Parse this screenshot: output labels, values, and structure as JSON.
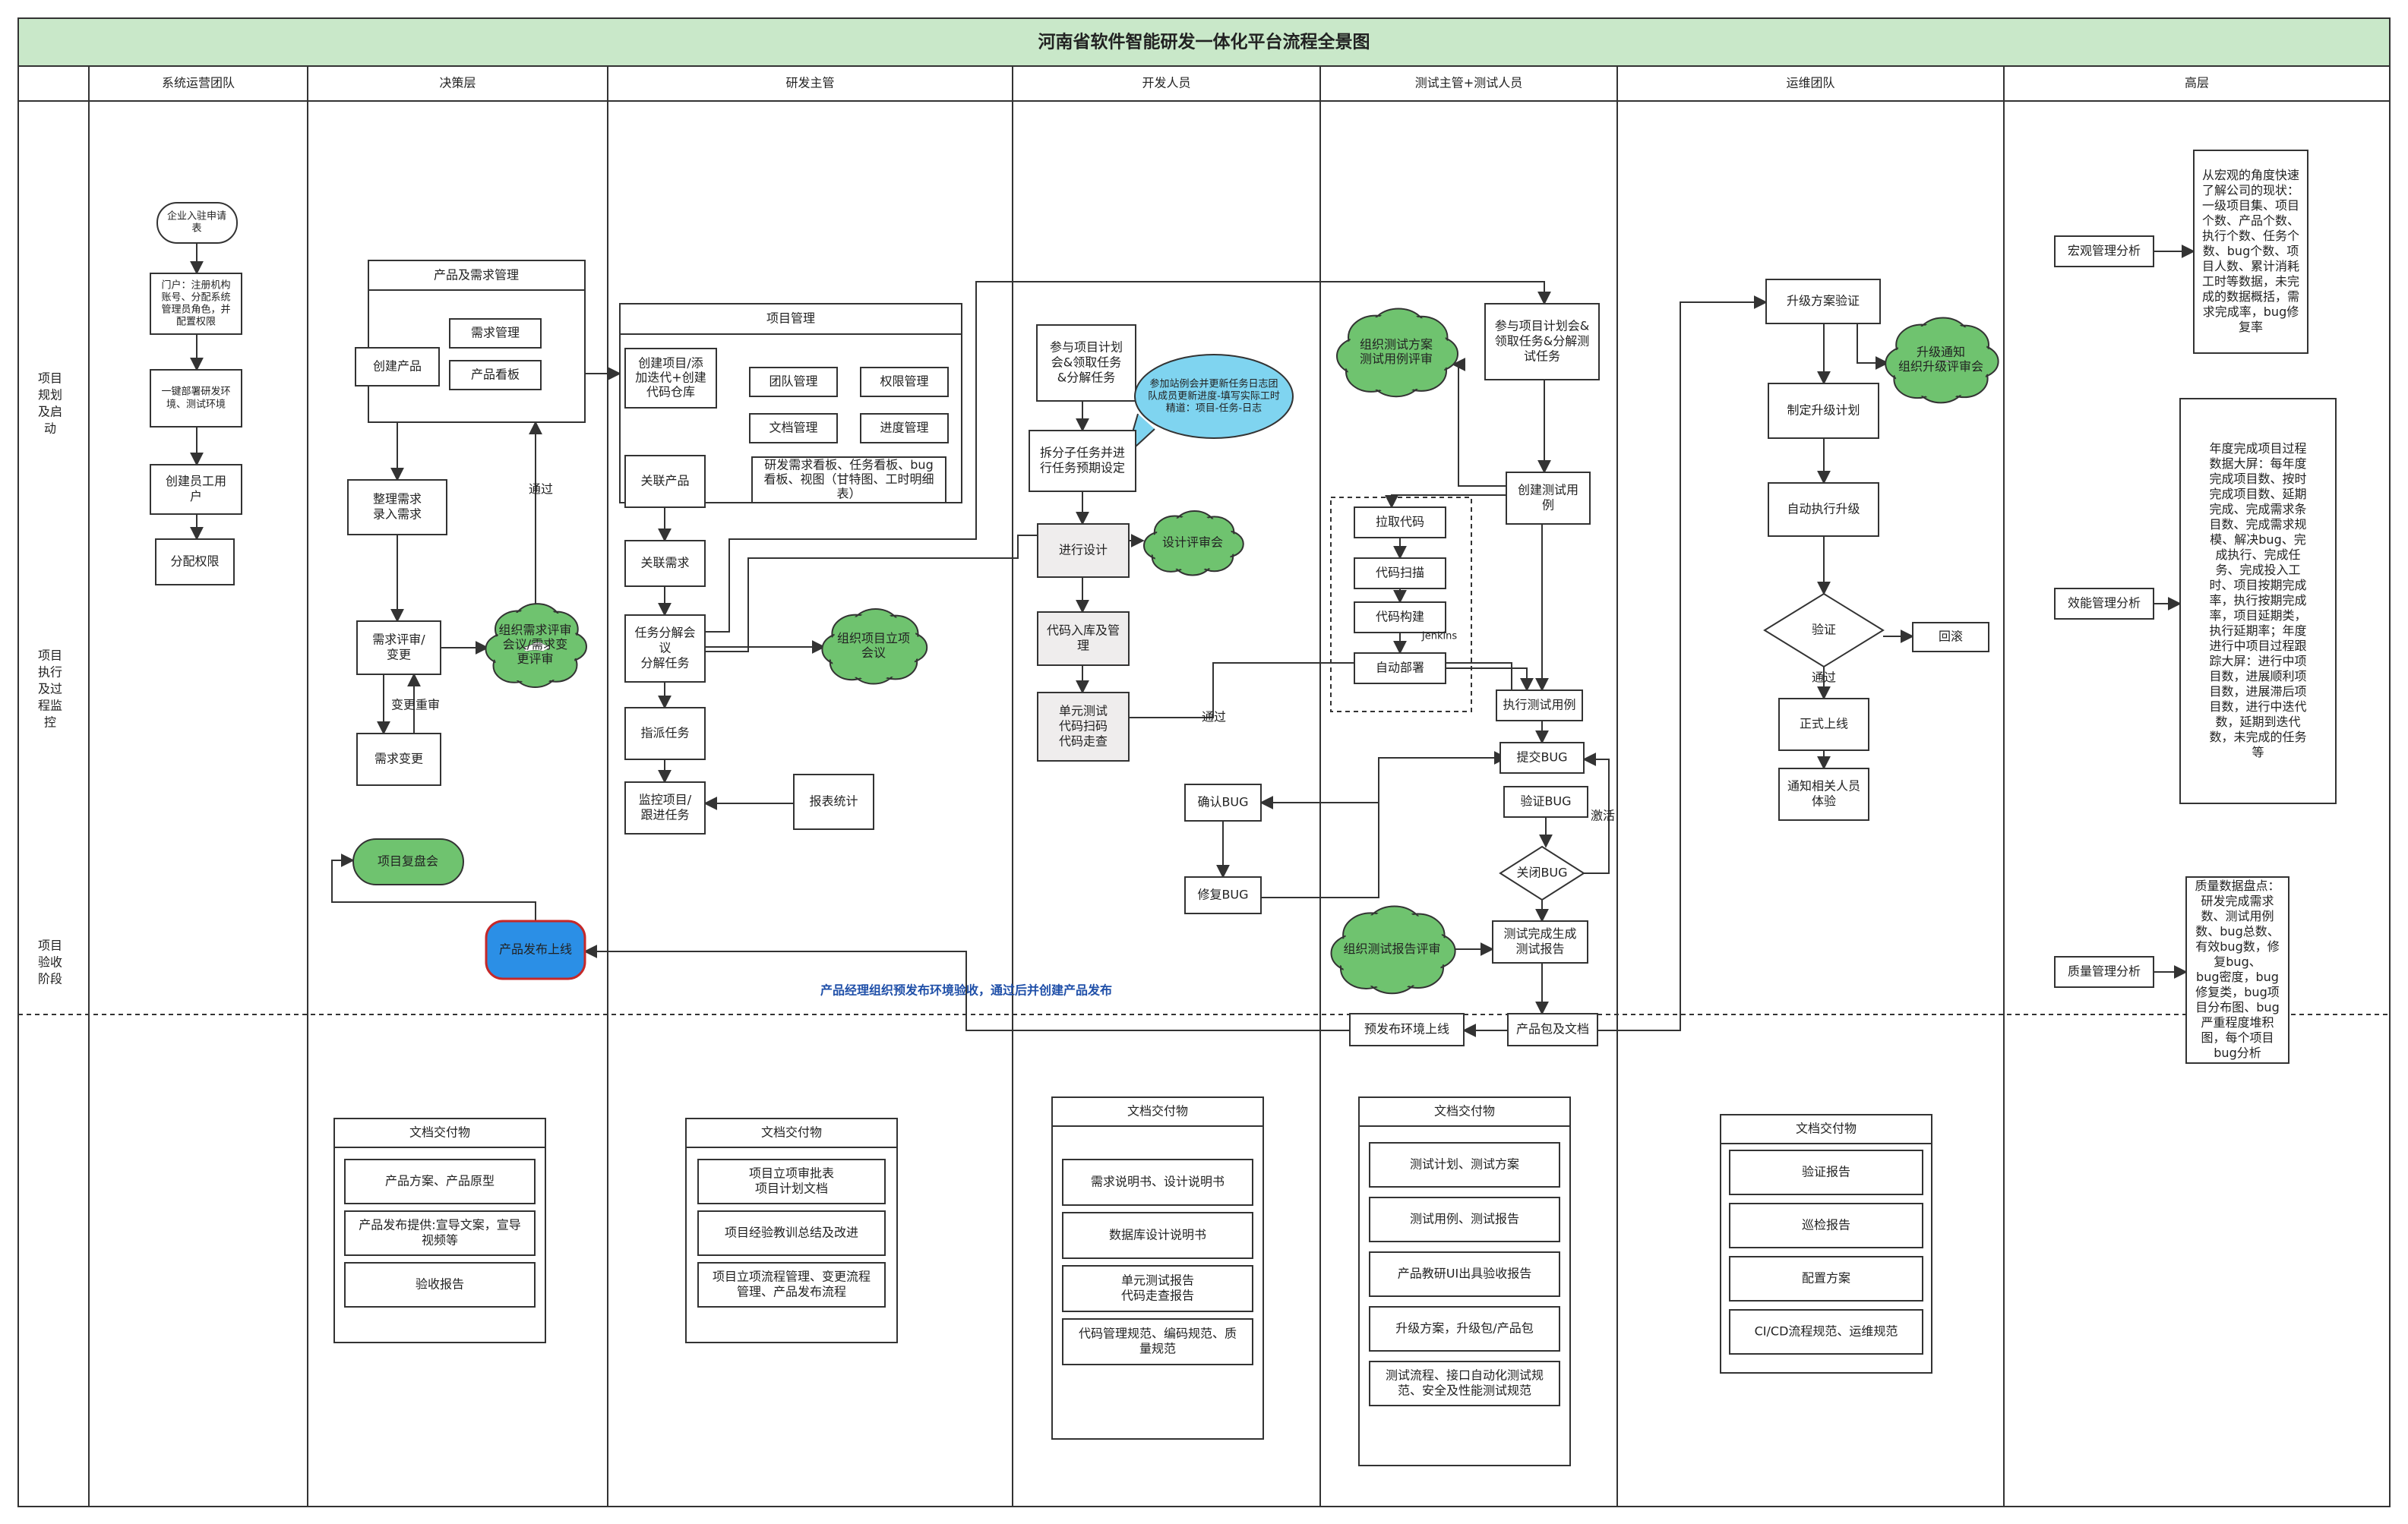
{
  "title": "河南省软件智能研发一体化平台流程全景图",
  "colors": {
    "title_bg": "#c9e8c9",
    "cloud": "#6fc36f",
    "release": "#2b8fe6",
    "release_border": "#c62828",
    "grey": "#efeded",
    "blue_text": "#1f4fa8"
  },
  "lanes": [
    "系统运营团队",
    "决策层",
    "研发主管",
    "开发人员",
    "测试主管+测试人员",
    "运维团队",
    "高层"
  ],
  "phases": [
    "项目\n规划\n及启\n动",
    "项目\n执行\n及过\n程监\n控",
    "项目\n验收\n阶段"
  ],
  "ops": [
    "企业入驻申请\n表",
    "门户：注册机构\n账号、分配系统\n管理员角色，并\n配置权限",
    "一键部署研发环\n境、测试环境",
    "创建员工用\n户",
    "分配权限"
  ],
  "decision": {
    "container": "产品及需求管理",
    "create_product": "创建产品",
    "req_mgmt": "需求管理",
    "product_board": "产品看板",
    "organize_req": "整理需求\n录入需求",
    "req_review": "需求评审/\n变更",
    "review_cloud": "组织需求评审\n会议/需求变\n更评审",
    "change_review": "变更重审",
    "req_change": "需求变更",
    "pass": "通过",
    "review_meeting": "项目复盘会",
    "release": "产品发布上线"
  },
  "rd": {
    "container": "项目管理",
    "create_project": "创建项目/添\n加迭代+创建\n代码仓库",
    "team": "团队管理",
    "perm": "权限管理",
    "doc": "文档管理",
    "progress": "进度管理",
    "boards": "研发需求看板、任务看板、bug\n看板、视图（甘特图、工时明细\n表）",
    "link_product": "关联产品",
    "link_req": "关联需求",
    "task_split": "任务分解会\n议\n分解任务",
    "task_cloud": "组织项目立项\n会议",
    "assign": "指派任务",
    "monitor": "监控项目/\n跟进任务",
    "report": "报表统计"
  },
  "dev": {
    "join": "参与项目计划\n会&领取任务\n&分解任务",
    "standup": "参加站例会并更新任务日志团\n队成员更新进度-填写实际工时\n精道：项目-任务-日志",
    "split": "拆分子任务并进\n行任务预期设定",
    "design": "进行设计",
    "design_cloud": "设计评审会",
    "code": "代码入库及管\n理",
    "unit": "单元测试\n代码扫码\n代码走查",
    "pass": "通过",
    "confirm_bug": "确认BUG",
    "fix_bug": "修复BUG"
  },
  "test": {
    "plan_cloud": "组织测试方案\n测试用例评审",
    "join": "参与项目计划会&\n领取任务&分解测\n试任务",
    "create_case": "创建测试用\n例",
    "pull": "拉取代码",
    "scan": "代码扫描",
    "build": "代码构建",
    "jenkins": "Jenkins",
    "deploy": "自动部署",
    "exec": "执行测试用例",
    "submit": "提交BUG",
    "verify": "验证BUG",
    "activate": "激活",
    "close": "关闭BUG",
    "report_cloud": "组织测试报告评审",
    "report": "测试完成生成\n测试报告",
    "pkg": "产品包及文档",
    "pre": "预发布环境上线"
  },
  "ops_team": {
    "plan_verify": "升级方案验证",
    "notify_cloud": "升级通知\n组织升级评审会",
    "plan": "制定升级计划",
    "auto": "自动执行升级",
    "verify": "验证",
    "rollback": "回滚",
    "pass": "通过",
    "online": "正式上线",
    "notify": "通知相关人员\n体验"
  },
  "exec": {
    "macro": "宏观管理分析",
    "macro_note": "从宏观的角度快速\n了解公司的现状：\n一级项目集、项目\n个数、产品个数、\n执行个数、任务个\n数、bug个数、项\n目人数、累计消耗\n工时等数据，未完\n成的数据概括，需\n求完成率，bug修\n复率",
    "eff": "效能管理分析",
    "eff_note": "年度完成项目过程\n数据大屏：每年度\n完成项目数、按时\n完成项目数、延期\n完成、完成需求条\n目数、完成需求规\n模、解决bug、完\n成执行、完成任\n务、完成投入工\n时、项目按期完成\n率，执行按期完成\n率，项目延期类，\n执行延期率；年度\n进行中项目过程跟\n踪大屏：进行中项\n目数，进展顺利项\n目数，进展滞后项\n目数，进行中迭代\n数，延期到迭代\n数，未完成的任务\n等",
    "quality": "质量管理分析",
    "quality_note": "质量数据盘点：\n研发完成需求\n数、测试用例\n数、bug总数、\n有效bug数，修\n复bug、\nbug密度，bug\n修复类，bug项\n目分布图、bug\n严重程度堆积\n图，每个项目\nbug分析"
  },
  "phase_note": "产品经理组织预发布环境验收，通过后并创建产品发布",
  "deliverables": {
    "header": "文档交付物",
    "decision": [
      "产品方案、产品原型",
      "产品发布提供:宣导文案，宣导\n视频等",
      "验收报告"
    ],
    "rd": [
      "项目立项审批表\n项目计划文档",
      "项目经验教训总结及改进",
      "项目立项流程管理、变更流程\n管理、产品发布流程"
    ],
    "dev": [
      "需求说明书、设计说明书",
      "数据库设计说明书",
      "单元测试报告\n代码走查报告",
      "代码管理规范、编码规范、质\n量规范"
    ],
    "test": [
      "测试计划、测试方案",
      "测试用例、测试报告",
      "产品教研UI出具验收报告",
      "升级方案，升级包/产品包",
      "测试流程、接口自动化测试规\n范、安全及性能测试规范"
    ],
    "ops": [
      "验证报告",
      "巡检报告",
      "配置方案",
      "CI/CD流程规范、运维规范"
    ]
  }
}
